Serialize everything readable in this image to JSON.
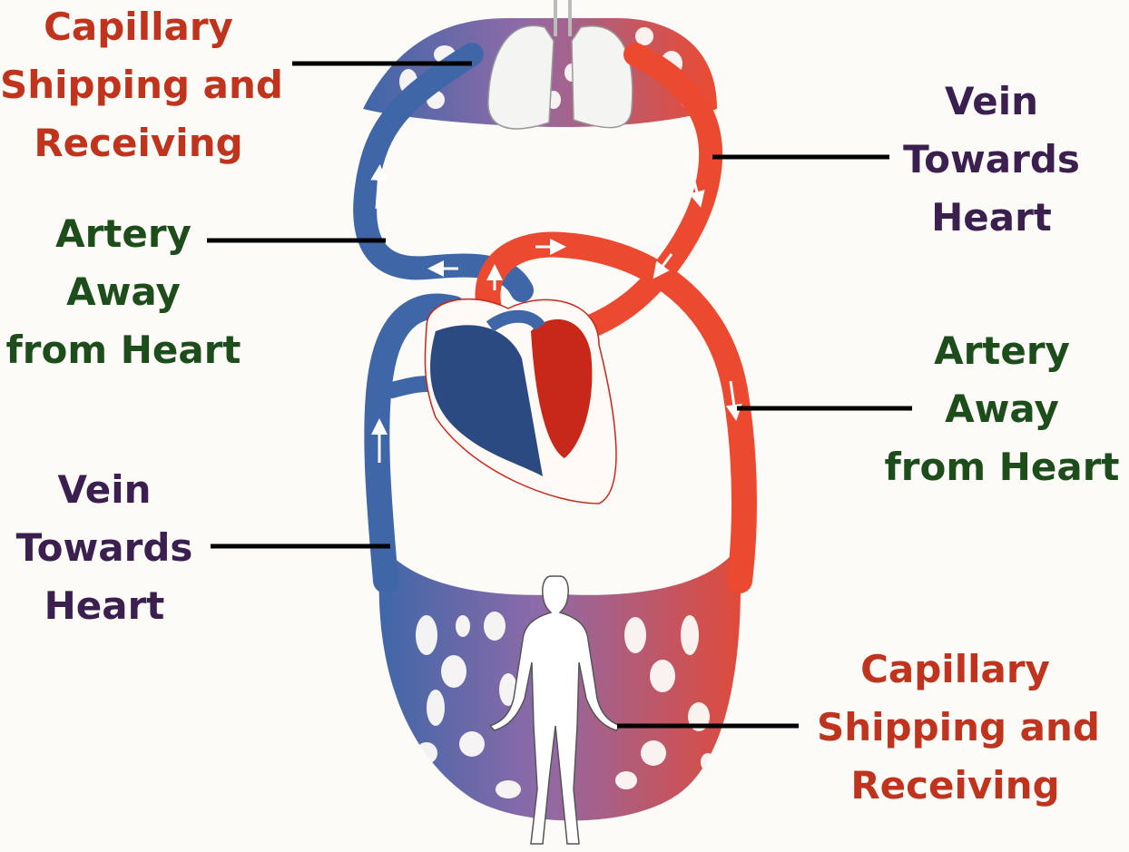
{
  "colors": {
    "capillary_text": "#c0341d",
    "vein_text": "#3a1f4f",
    "artery_text": "#1e4d1c",
    "blood_oxygenated": "#ec4a30",
    "blood_oxygenated_dark": "#c7281a",
    "blood_deoxygenated": "#3f67a8",
    "blood_deoxygenated_dark": "#2b4a82",
    "capillary_mix": "#8f6aa8",
    "leader_line": "#000000"
  },
  "labels": {
    "capillary_top": [
      "Capillary",
      "Shipping and",
      "Receiving"
    ],
    "artery_left": [
      "Artery",
      "Away",
      "from Heart"
    ],
    "vein_left": [
      "Vein",
      "Towards",
      "Heart"
    ],
    "vein_right": [
      "Vein",
      "Towards",
      "Heart"
    ],
    "artery_right": [
      "Artery",
      "Away",
      "from Heart"
    ],
    "capillary_bottom": [
      "Capillary",
      "Shipping and",
      "Receiving"
    ]
  },
  "icons": {
    "lungs": "lungs-icon",
    "heart": "heart-icon",
    "body": "human-body-icon"
  }
}
